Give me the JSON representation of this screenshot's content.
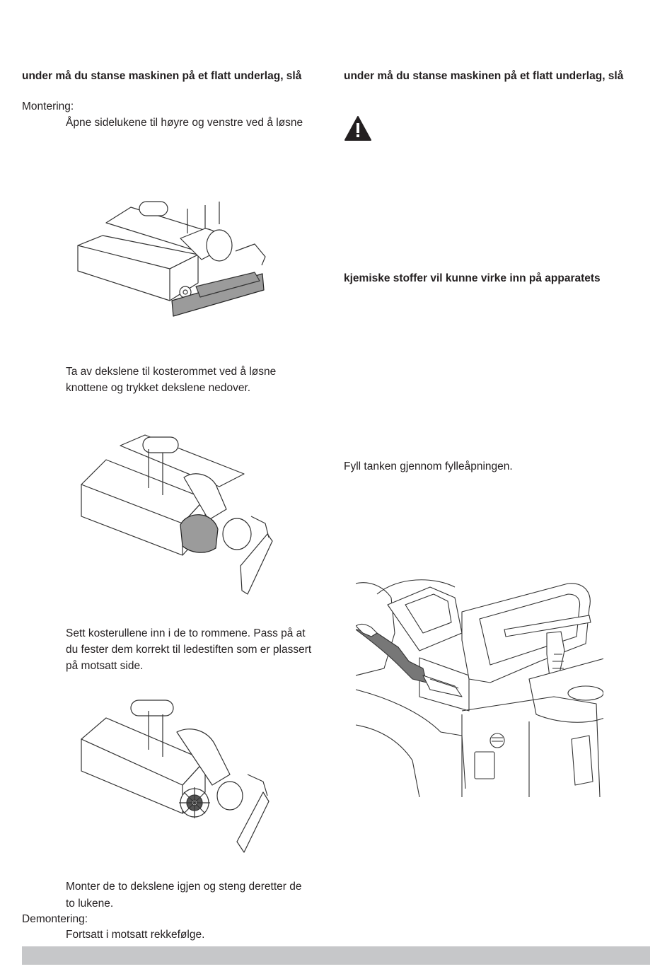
{
  "left_column": {
    "heading": "under må du stanse maskinen på et flatt underlag, slå",
    "montering_label": "Montering:",
    "step1": "Åpne sidelukene til høyre og venstre ved å løsne",
    "step2_line1": "Ta av dekslene til kosterommet ved å løsne",
    "step2_line2": "knottene og trykket dekslene nedover.",
    "step3_line1": "Sett kosterullene inn i de to rommene. Pass på at",
    "step3_line2": "du fester dem korrekt til ledestiften som er plassert",
    "step3_line3": "på motsatt side.",
    "step4_line1": "Monter de to dekslene igjen og steng deretter de",
    "step4_line2": "to lukene.",
    "demontering_label": "Demontering:",
    "step5": "Fortsatt i motsatt rekkefølge."
  },
  "right_column": {
    "heading": "under må du stanse maskinen på et flatt underlag, slå",
    "chemicals": "kjemiske stoffer vil kunne virke inn på apparatets",
    "fill_tank": "Fyll tanken gjennom fylleåpningen."
  },
  "icons": {
    "warning": "warning-triangle-icon"
  },
  "colors": {
    "text": "#231f20",
    "highlight_grey": "#9b9b9b",
    "footer_bar": "#c6c7c9"
  }
}
